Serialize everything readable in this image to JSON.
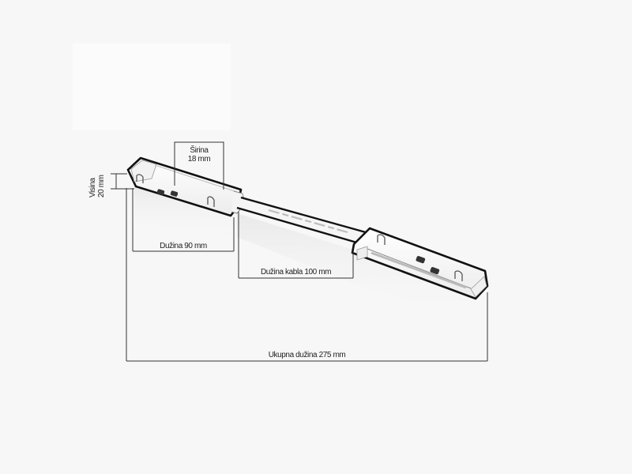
{
  "diagram": {
    "subject": "flexible connector with cable, technical dimension drawing",
    "dimensions": {
      "width": {
        "label": "Širina",
        "value": "18 mm"
      },
      "height": {
        "label": "Visina",
        "value": "20 mm"
      },
      "length": {
        "label": "Dužina 90 mm"
      },
      "cable_length": {
        "label": "Dužina kabla 100 mm"
      },
      "total_length": {
        "label": "Ukupna dužina 275 mm"
      }
    },
    "colors": {
      "background": "#f7f7f7",
      "outline": "#111111",
      "body_fill": "#ffffff",
      "shade": "#d9d9d9",
      "dimension_line": "#333333"
    }
  }
}
